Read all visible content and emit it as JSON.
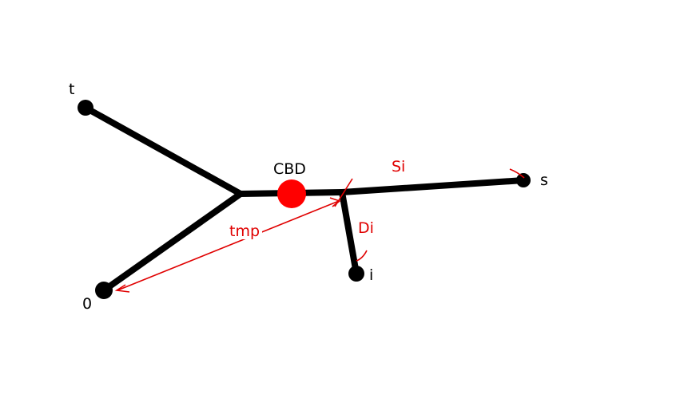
{
  "colors": {
    "network": "#000000",
    "annotation": "#e00000",
    "cbd_marker": "#ff0000"
  },
  "nodes": {
    "t": "t",
    "zero": "0",
    "s": "s",
    "i": "i",
    "cbd": "CBD"
  },
  "annotations": {
    "tmp": "tmp",
    "si": "Si",
    "di": "Di"
  }
}
